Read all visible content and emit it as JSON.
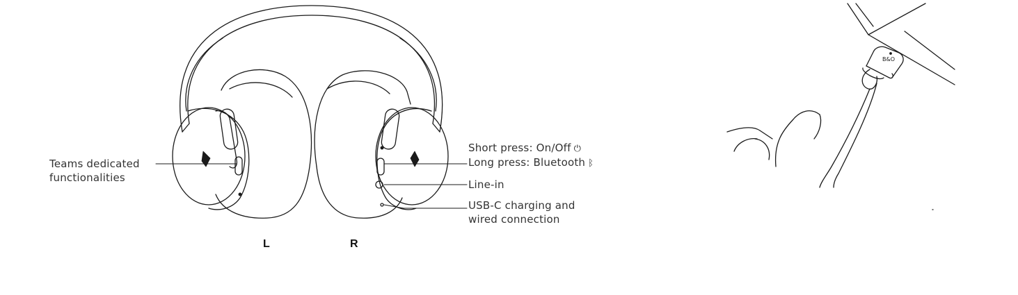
{
  "labels": {
    "teams_line1": "Teams dedicated",
    "teams_line2": "functionalities",
    "short_press": "Short press: On/Off",
    "long_press": "Long press: Bluetooth",
    "line_in": "Line-in",
    "usbc_line1": "USB-C charging and",
    "usbc_line2": "wired connection",
    "left_side": "L",
    "right_side": "R"
  },
  "icons": {
    "power": "power-icon",
    "bluetooth": "bluetooth-icon",
    "dongle_logo": "B&O"
  },
  "colors": {
    "line": "#1a1a1a",
    "text": "#333333",
    "background": "#ffffff"
  }
}
